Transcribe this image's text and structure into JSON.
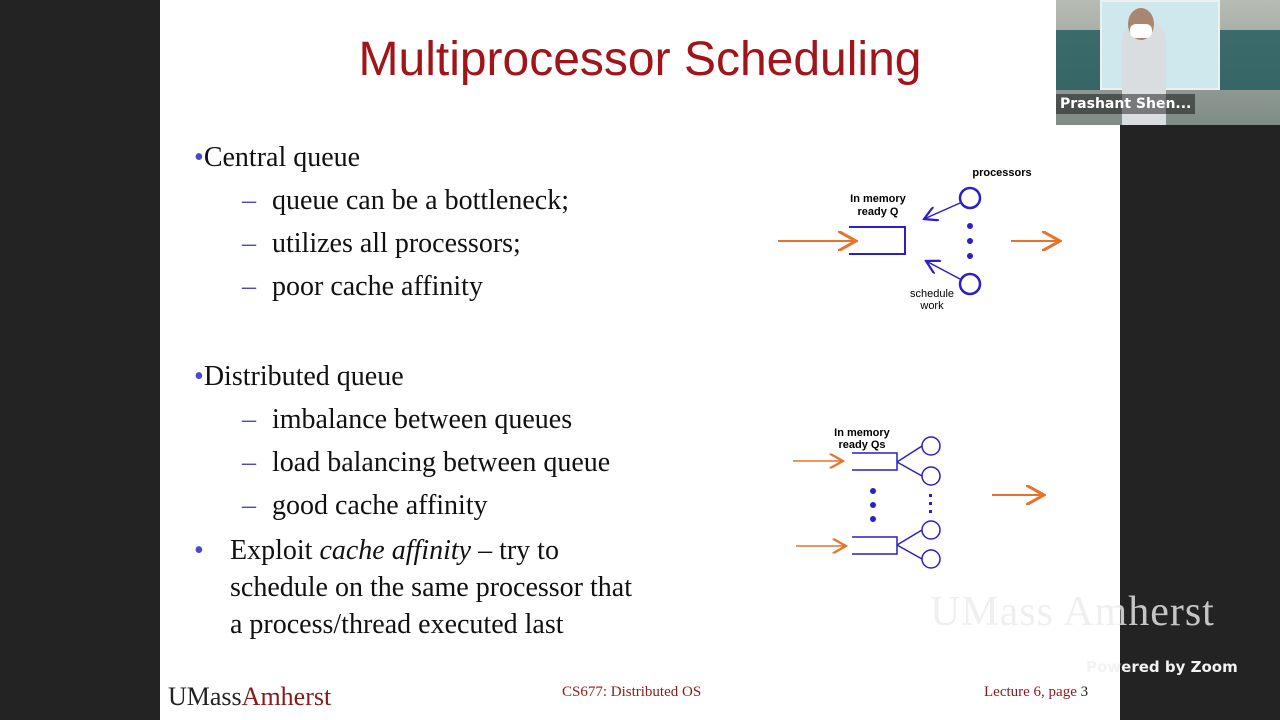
{
  "slide": {
    "title": "Multiprocessor Scheduling",
    "bullets": [
      {
        "text": "Central queue",
        "subs": [
          "queue can be a bottleneck;",
          "utilizes all processors;",
          "poor cache affinity"
        ]
      },
      {
        "text": "Distributed queue",
        "subs": [
          "imbalance between queues",
          "load balancing between queue",
          "good cache affinity"
        ]
      }
    ],
    "exploit": {
      "prefix": "Exploit ",
      "em": "cache affinity",
      "suffix": " – try to",
      "line2": "schedule on the same processor that",
      "line3": "a process/thread executed last"
    },
    "bullet_char": "•",
    "dash_char": "–",
    "diagram1": {
      "label_queue_1": "In memory",
      "label_queue_2": "ready Q",
      "label_processors": "processors",
      "label_sched_1": "schedule",
      "label_sched_2": "work"
    },
    "diagram2": {
      "label_1": "In memory",
      "label_2": "ready Qs"
    },
    "footer": {
      "logo_a": "UMass",
      "logo_b": "Amherst",
      "course": "CS677: Distributed OS",
      "page": "Lecture 6, page",
      "page_num": "3"
    },
    "colors": {
      "title": "#a0141a",
      "diagram": "#2a1fc8",
      "arrow": "#e8722a"
    }
  },
  "video": {
    "participant_name": "Prashant Shen..."
  },
  "watermark": {
    "logo": "UMass Amherst",
    "powered": "Powered by Zoom"
  }
}
